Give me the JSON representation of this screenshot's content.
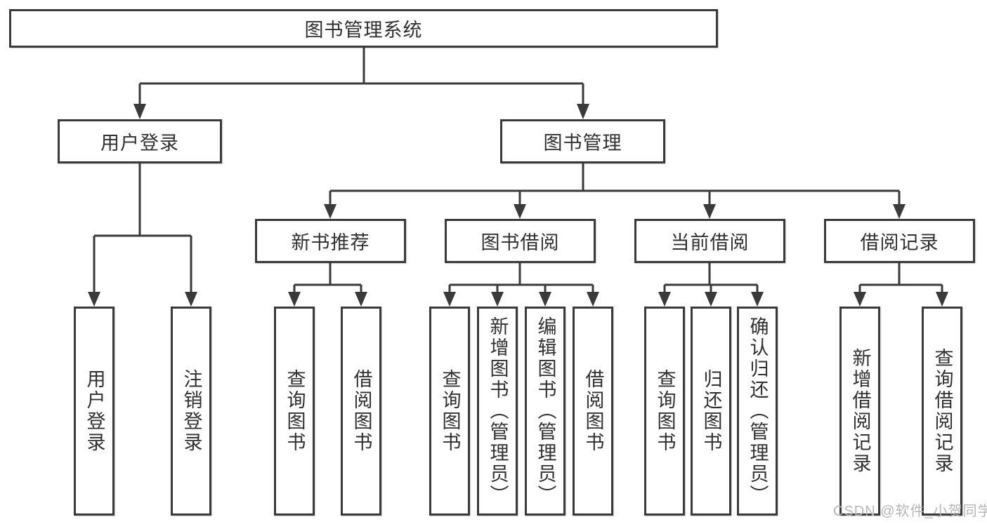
{
  "colors": {
    "background": "#ffffff",
    "line": "#3a3a3a",
    "box_border": "#3a3a3a",
    "box_fill": "#ffffff",
    "text": "#303030",
    "watermark": "#b6b6b6"
  },
  "diagram": {
    "root": {
      "label": "图书管理系统"
    },
    "user_login": {
      "label": "用户登录",
      "children": [
        {
          "label": "用户登录"
        },
        {
          "label": "注销登录"
        }
      ]
    },
    "book_mgmt": {
      "label": "图书管理",
      "sections": [
        {
          "label": "新书推荐",
          "children": [
            {
              "label": "查询图书"
            },
            {
              "label": "借阅图书"
            }
          ]
        },
        {
          "label": "图书借阅",
          "children": [
            {
              "label": "查询图书"
            },
            {
              "label": "新增图书（管理员）"
            },
            {
              "label": "编辑图书（管理员）"
            },
            {
              "label": "借阅图书"
            }
          ]
        },
        {
          "label": "当前借阅",
          "children": [
            {
              "label": "查询图书"
            },
            {
              "label": "归还图书"
            },
            {
              "label": "确认归还（管理员）"
            }
          ]
        },
        {
          "label": "借阅记录",
          "children": [
            {
              "label": "新增借阅记录"
            },
            {
              "label": "查询借阅记录"
            }
          ]
        }
      ]
    }
  },
  "watermark": {
    "text": "CSDN @软件_小贺同学"
  }
}
